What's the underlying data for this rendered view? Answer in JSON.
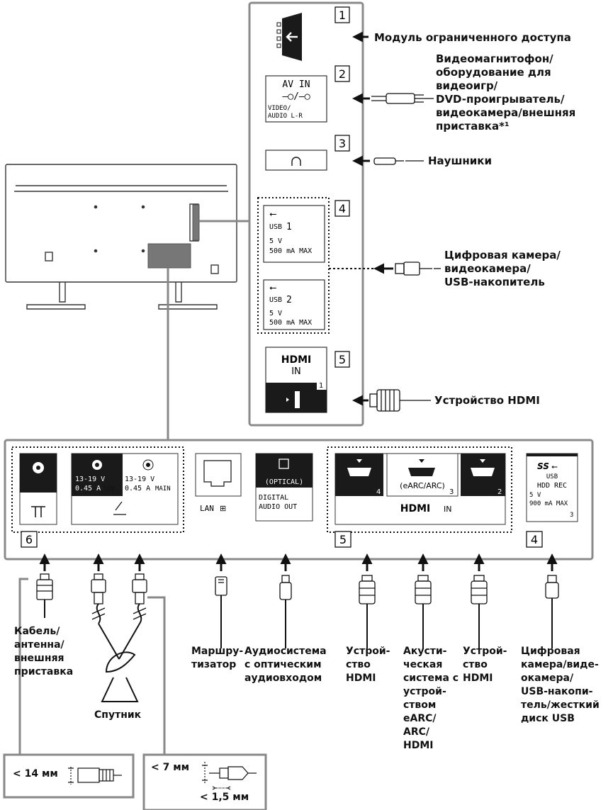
{
  "top_panel": {
    "numbers": [
      "1",
      "2",
      "3",
      "4",
      "5"
    ],
    "av_in": {
      "title": "AV IN",
      "line1": "VIDEO/",
      "line2": "AUDIO L-R"
    },
    "usb1": {
      "name": "USB",
      "num": "1",
      "volt": "5 V",
      "amp": "500 mA MAX"
    },
    "usb2": {
      "name": "USB",
      "num": "2",
      "volt": "5 V",
      "amp": "500 mA MAX"
    },
    "hdmi": {
      "logo": "HDMI",
      "in": "IN",
      "port_num": "1"
    },
    "labels": {
      "cam": "Модуль ограниченного доступа",
      "av": "Видеомагнитофон/\nоборудование для\nвидеоигр/\nDVD-проигрыватель/\nвидеокамера/внешняя\nприставка*¹",
      "headphones": "Наушники",
      "usb": "Цифровая камера/\nвидеокамера/\nUSB-накопитель",
      "hdmi": "Устройство HDMI"
    }
  },
  "bottom_panel": {
    "numbers": [
      "6",
      "5",
      "4"
    ],
    "sat_sub": {
      "volt": "13-19 V",
      "amp": "0.45 A",
      "tag": "SUB."
    },
    "sat_main": {
      "volt": "13-19 V",
      "amp": "0.45 A",
      "tag": "MAIN"
    },
    "lan": "LAN",
    "optical": {
      "name": "(OPTICAL)",
      "line1": "DIGITAL",
      "line2": "AUDIO OUT"
    },
    "hdmi_ports": {
      "p4": "4",
      "p3": "3",
      "p2": "2",
      "arc": "(eARC/ARC)",
      "logo": "HDMI",
      "in": "IN"
    },
    "usb3": {
      "ss": "SS",
      "usb": "USB",
      "hdd": "HDD REC",
      "volt": "5 V",
      "amp": "900 mA MAX",
      "num": "3"
    }
  },
  "bottom_labels": {
    "cable": "Кабель/\nантенна/\nвнешняя\nприставка",
    "router": "Маршру-\nтизатор",
    "audio": "Аудиосистема\nс оптическим\nаудиовходом",
    "hdmi_dev1": "Устрой-\nство\nHDMI",
    "arc": "Акусти-\nческая\nсистема с\nустрой-\nством\neARC/\nARC/\nHDMI",
    "hdmi_dev2": "Устрой-\nство\nHDMI",
    "usb_dev": "Цифровая\nкамера/виде-\nокамера/\nUSB-накопи-\nтель/жесткий\nдиск USB",
    "satellite": "Спутник"
  },
  "dimensions": {
    "d14": "< 14 мм",
    "d7": "< 7 мм",
    "d15": "< 1,5 мм"
  },
  "colors": {
    "frame": "#8a8a8a",
    "ink": "#111111",
    "port_fill": "#1a1a1a",
    "tv_fill": "#ffffff"
  }
}
